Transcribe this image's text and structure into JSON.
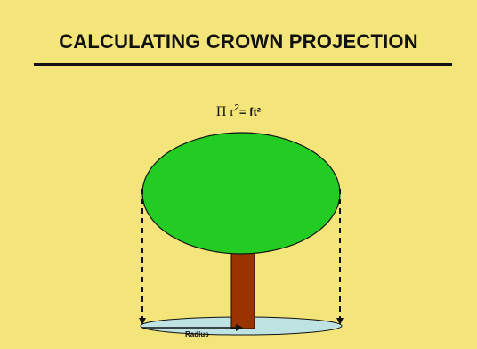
{
  "slide": {
    "title": "CALCULATING CROWN PROJECTION"
  },
  "formula": {
    "pi_symbol": "Π",
    "variable": "r",
    "exponent": "2",
    "rhs": "= ft²"
  },
  "diagram": {
    "radius_label": "Radius",
    "colors": {
      "background": "#f3e57a",
      "crown": "#22cc22",
      "trunk": "#993300",
      "shadow": "#bfe3e3",
      "line": "#111111"
    }
  }
}
